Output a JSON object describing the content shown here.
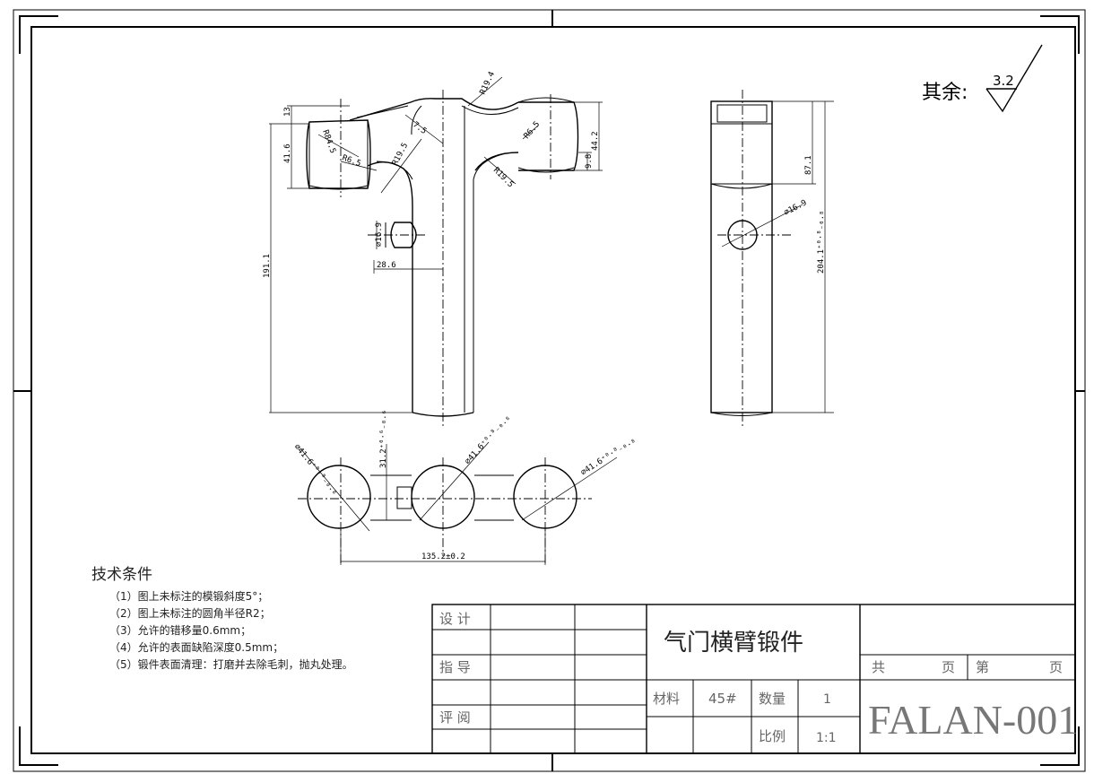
{
  "roughness": {
    "label": "其余:",
    "value": "3.2"
  },
  "dimensions": {
    "top_view": {
      "d13": "13",
      "d416": "41.6",
      "d1911": "191.1",
      "r845": "R84.5",
      "r65a": "R6.5",
      "r195a": "R19.5",
      "t75": "7.5",
      "r194": "R19.4",
      "r65b": "R6.5",
      "r195b": "R19.5",
      "d442": "44.2",
      "d98": "9.8",
      "phi169": "⌀16.9",
      "d286": "28.6"
    },
    "side_view": {
      "d871": "87.1",
      "phi169": "⌀16.9",
      "d2041": "204.1⁺⁰·⁸₋₀.₈"
    },
    "bottom_view": {
      "phi416a": "⌀41.6⁺⁰·⁸₋₀.₈",
      "d312": "31.2⁺⁰·⁶₋₀.₆",
      "phi416b": "⌀41.6⁺⁰·⁸₋₀.₈",
      "phi416c": "⌀41.6⁺⁰·⁸₋₀.₈",
      "d1352": "135.2±0.2"
    }
  },
  "notes": {
    "title": "技术条件",
    "items": [
      "（1）图上未标注的模锻斜度5°；",
      "（2）图上未标注的圆角半径R2；",
      "（3）允许的错移量0.6mm；",
      "（4）允许的表面缺陷深度0.5mm；",
      "（5）锻件表面清理：打磨并去除毛刺，抛丸处理。"
    ]
  },
  "title_block": {
    "design": "设 计",
    "guide": "指 导",
    "review": "评 阅",
    "part_name": "气门横臂锻件",
    "material_label": "材料",
    "material_value": "45#",
    "quantity_label": "数量",
    "quantity_value": "1",
    "scale_label": "比例",
    "scale_value": "1:1",
    "sheets_total": "共",
    "sheets_page_a": "页",
    "sheets_num": "第",
    "sheets_page_b": "页",
    "drawing_no": "FALAN-001"
  }
}
